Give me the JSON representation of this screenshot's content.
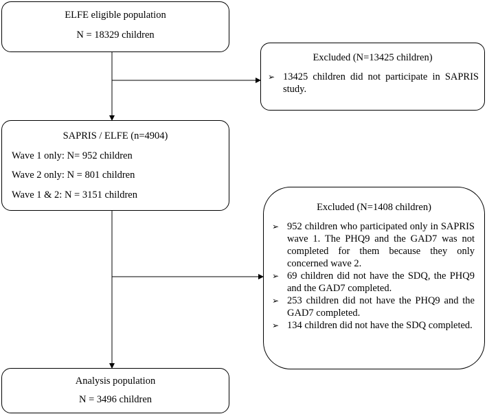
{
  "eligible": {
    "title": "ELFE eligible population",
    "count": "N = 18329 children"
  },
  "excluded_1": {
    "title": "Excluded (N=13425 children)",
    "items": [
      "13425 children did not participate in SAPRIS study."
    ]
  },
  "sapris": {
    "title": "SAPRIS / ELFE (n=4904)",
    "wave1": "Wave 1 only: N= 952 children",
    "wave2": "Wave 2 only: N = 801 children",
    "wave12": "Wave 1 & 2: N = 3151 children"
  },
  "excluded_2": {
    "title": "Excluded (N=1408 children)",
    "items": [
      "952 children who participated only in SAPRIS wave 1. The PHQ9 and the GAD7 was not completed for them because they only concerned wave 2.",
      "69 children did not have the SDQ, the PHQ9 and the GAD7 completed.",
      "253 children did not have the PHQ9 and the GAD7 completed.",
      "134 children did not have the SDQ completed."
    ]
  },
  "analysis": {
    "title": "Analysis population",
    "count": "N = 3496 children"
  },
  "bullet_glyph": "➢"
}
